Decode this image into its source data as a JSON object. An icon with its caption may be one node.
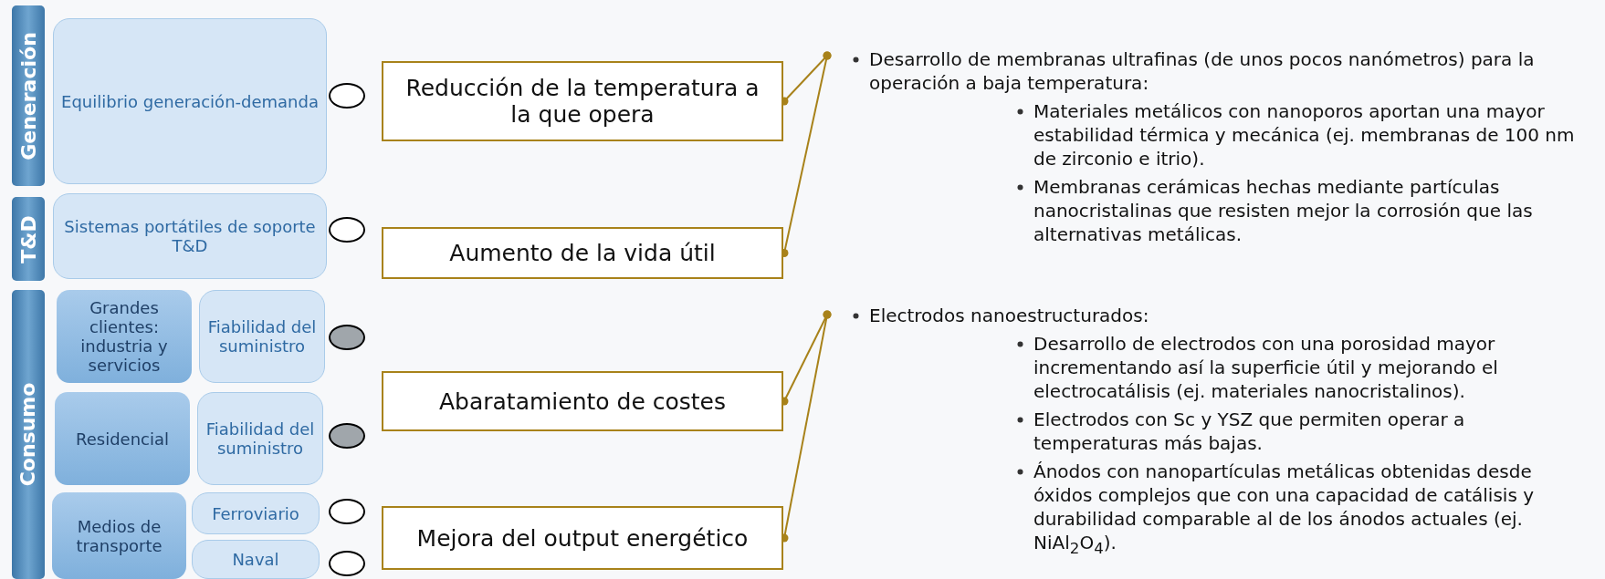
{
  "diagram": {
    "nodes": [
      {
        "text": [
          "Generación"
        ]
      },
      {
        "text": [
          "Equilibrio generación-demanda"
        ]
      },
      {
        "text": [
          "T&D"
        ]
      },
      {
        "text": [
          "Sistemas portátiles de soporte T&D"
        ]
      },
      {
        "text": [
          "Consumo"
        ]
      },
      {
        "text": [
          "Grandes clientes: industria y servicios"
        ]
      },
      {
        "text": [
          "Fiabilidad del suministro"
        ]
      },
      {
        "text": [
          "Residencial"
        ]
      },
      {
        "text": [
          "Fiabilidad del suministro"
        ]
      },
      {
        "text": [
          "Medios de transporte"
        ]
      },
      {
        "text": [
          "Ferroviario"
        ]
      },
      {
        "text": [
          "Naval"
        ]
      },
      {
        "text": [],
        "shape": "circle"
      },
      {
        "text": [],
        "shape": "circle"
      },
      {
        "text": [],
        "shape": "circle"
      },
      {
        "text": [],
        "shape": "circle"
      },
      {
        "text": [],
        "shape": "circle"
      },
      {
        "text": [],
        "shape": "circle"
      },
      {
        "text": [
          "Reducción de la temperatura a la que opera"
        ]
      },
      {
        "text": [
          "Aumento de la vida útil"
        ]
      },
      {
        "text": [
          "Abaratamiento de costes"
        ]
      },
      {
        "text": [
          "Mejora del output energético"
        ]
      },
      {
        "text": [
          "Desarrollo de membranas ultrafinas (de unos pocos nanómetros) para  la operación a baja temperatura:",
          "Materiales metálicos con nanoporos aportan una mayor estabilidad térmica y mecánica (ej. membranas de 100 nm de zirconio e itrio).",
          "Membranas cerámicas hechas mediante partículas nanocristalinas que resisten mejor la corrosión que las alternativas metálicas."
        ]
      },
      {
        "text": [
          "Electrodos nanoestructurados:",
          "Desarrollo de electrodos con una porosidad mayor incrementando así la superficie útil y mejorando el electrocatálisis (ej. materiales nanocristalinos).",
          "Electrodos con Sc y YSZ que permiten operar a temperaturas más bajas.",
          "Ánodos con nanopartículas metálicas obtenidas desde óxidos complejos que con una capacidad de catálisis y durabilidad comparable al de los ánodos actuales (ej. NiAl$_{2}$O$_{4}$)."
        ]
      }
    ],
    "edges": [
      {
        "from": 18,
        "to": 22,
        "arrow": "other"
      },
      {
        "from": 19,
        "to": 22,
        "arrow": "other"
      },
      {
        "from": 20,
        "to": 23,
        "arrow": "other"
      },
      {
        "from": 21,
        "to": 23,
        "arrow": "other"
      }
    ]
  }
}
